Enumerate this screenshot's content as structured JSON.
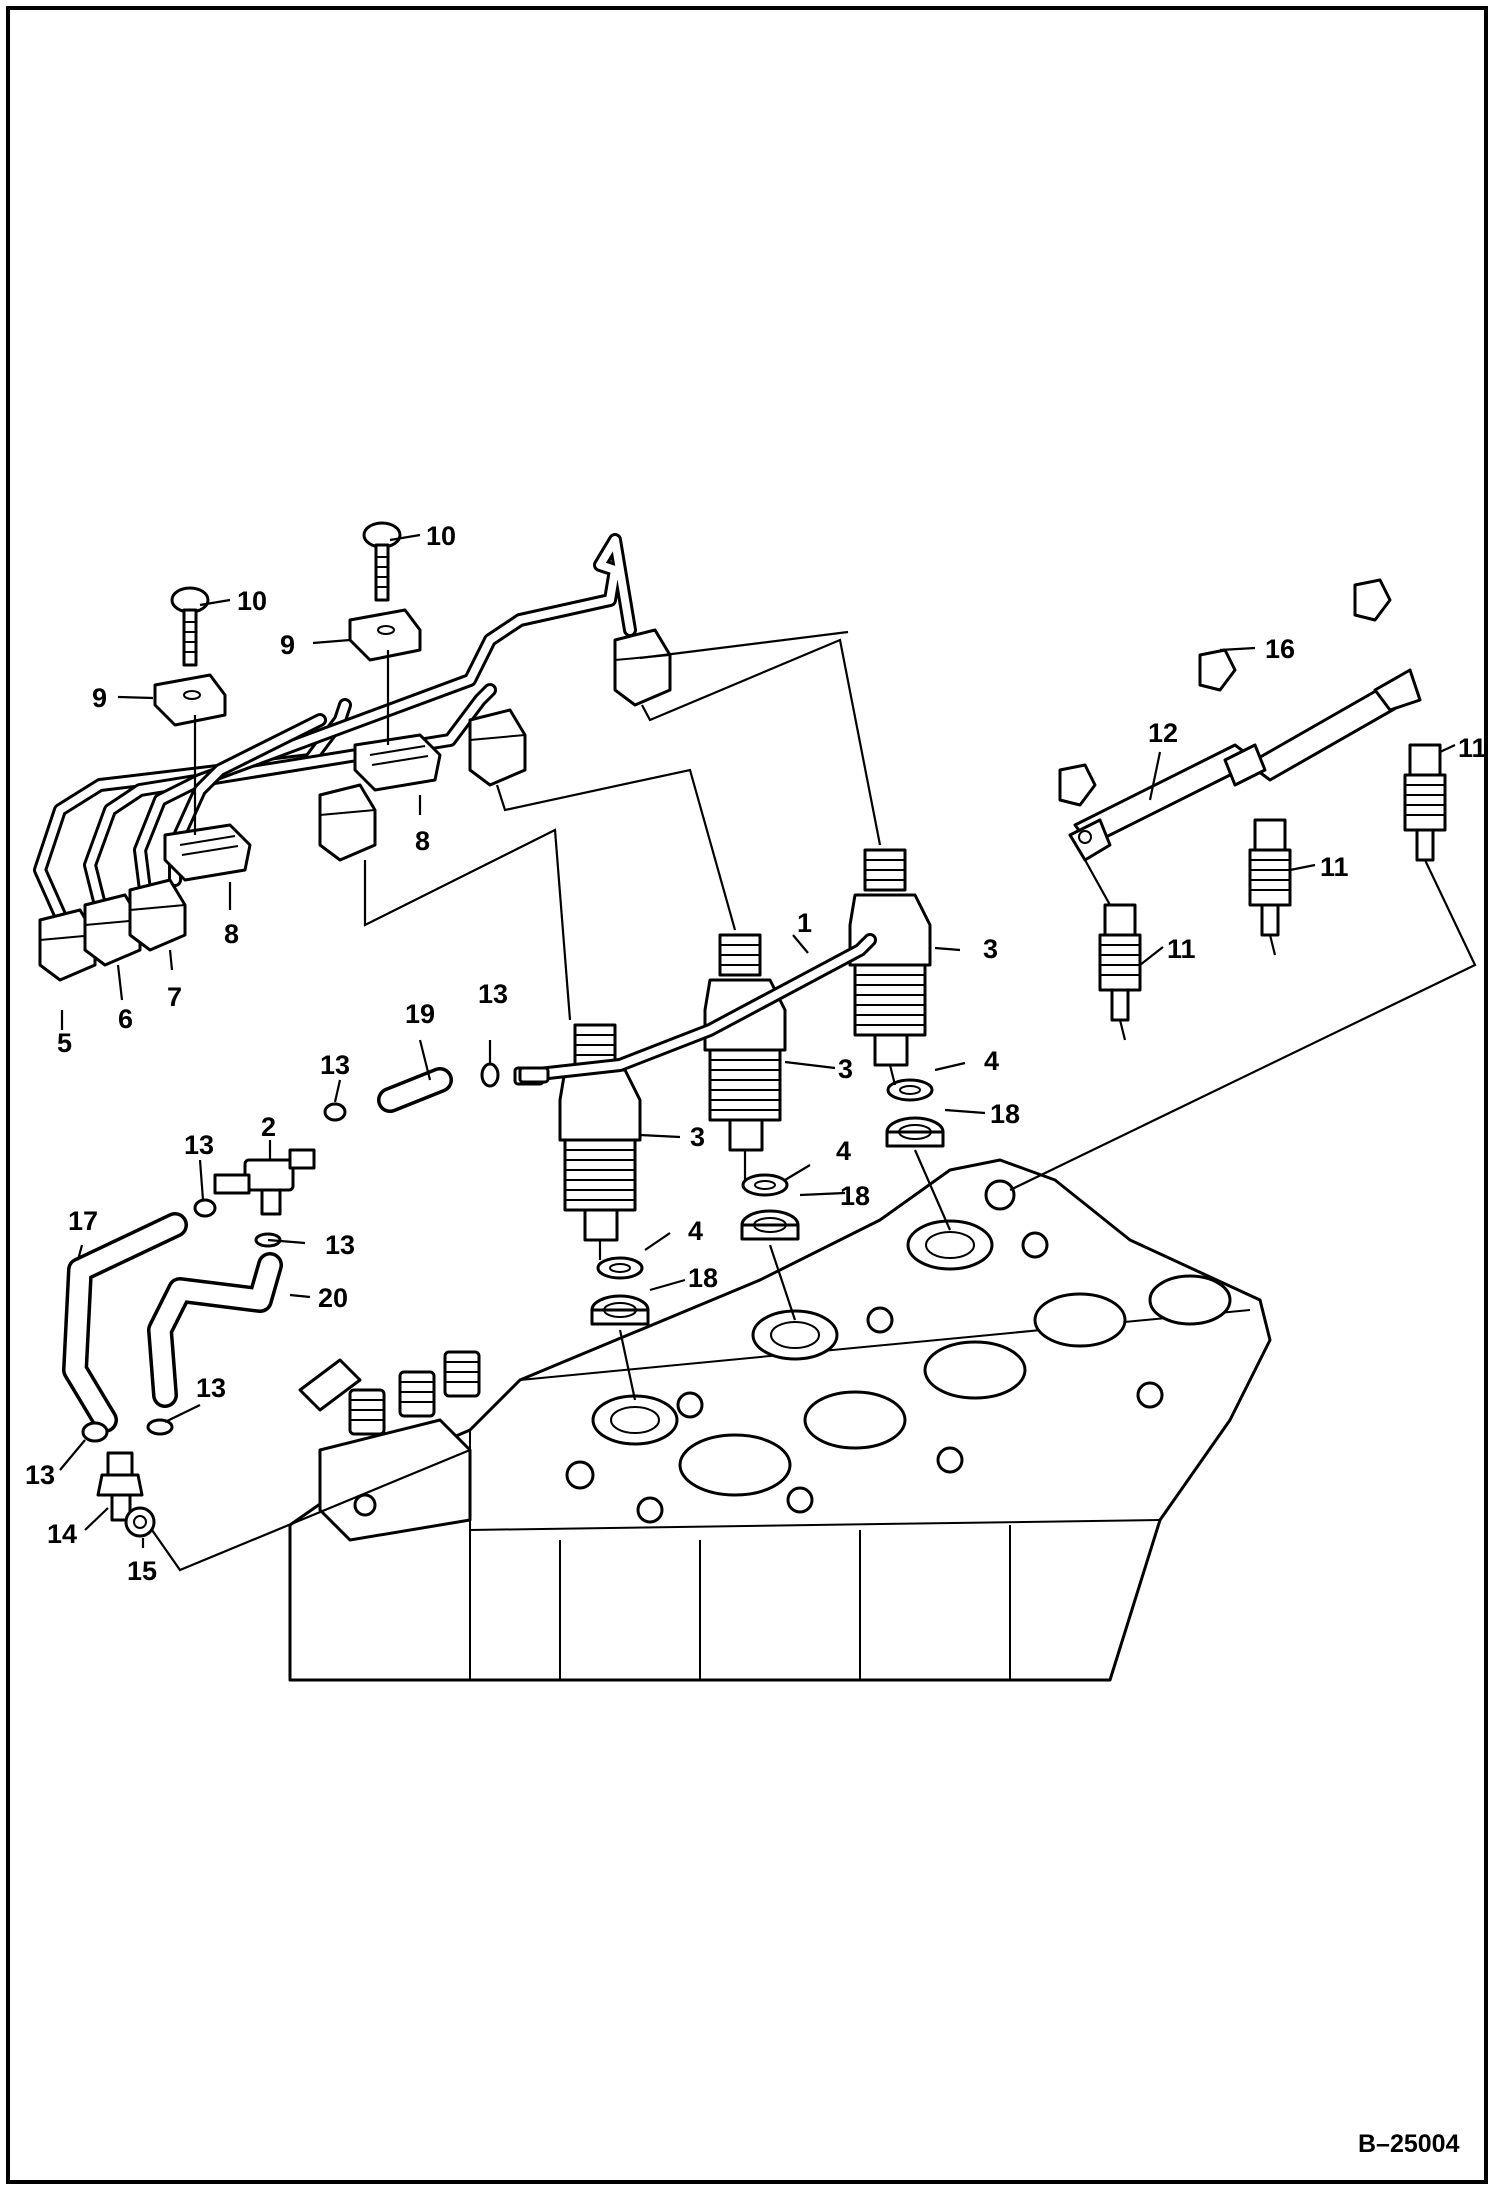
{
  "drawing_ref": "B–25004",
  "callouts": [
    {
      "id": "1",
      "text": "1"
    },
    {
      "id": "2",
      "text": "2"
    },
    {
      "id": "3a",
      "text": "3"
    },
    {
      "id": "3b",
      "text": "3"
    },
    {
      "id": "3c",
      "text": "3"
    },
    {
      "id": "4a",
      "text": "4"
    },
    {
      "id": "4b",
      "text": "4"
    },
    {
      "id": "4c",
      "text": "4"
    },
    {
      "id": "5",
      "text": "5"
    },
    {
      "id": "6",
      "text": "6"
    },
    {
      "id": "7",
      "text": "7"
    },
    {
      "id": "8a",
      "text": "8"
    },
    {
      "id": "8b",
      "text": "8"
    },
    {
      "id": "9a",
      "text": "9"
    },
    {
      "id": "9b",
      "text": "9"
    },
    {
      "id": "10a",
      "text": "10"
    },
    {
      "id": "10b",
      "text": "10"
    },
    {
      "id": "11a",
      "text": "11"
    },
    {
      "id": "11b",
      "text": "11"
    },
    {
      "id": "11c",
      "text": "11"
    },
    {
      "id": "12",
      "text": "12"
    },
    {
      "id": "13a",
      "text": "13"
    },
    {
      "id": "13b",
      "text": "13"
    },
    {
      "id": "13c",
      "text": "13"
    },
    {
      "id": "13d",
      "text": "13"
    },
    {
      "id": "13e",
      "text": "13"
    },
    {
      "id": "13f",
      "text": "13"
    },
    {
      "id": "14",
      "text": "14"
    },
    {
      "id": "15",
      "text": "15"
    },
    {
      "id": "16",
      "text": "16"
    },
    {
      "id": "17",
      "text": "17"
    },
    {
      "id": "18a",
      "text": "18"
    },
    {
      "id": "18b",
      "text": "18"
    },
    {
      "id": "18c",
      "text": "18"
    },
    {
      "id": "19",
      "text": "19"
    },
    {
      "id": "20",
      "text": "20"
    }
  ]
}
